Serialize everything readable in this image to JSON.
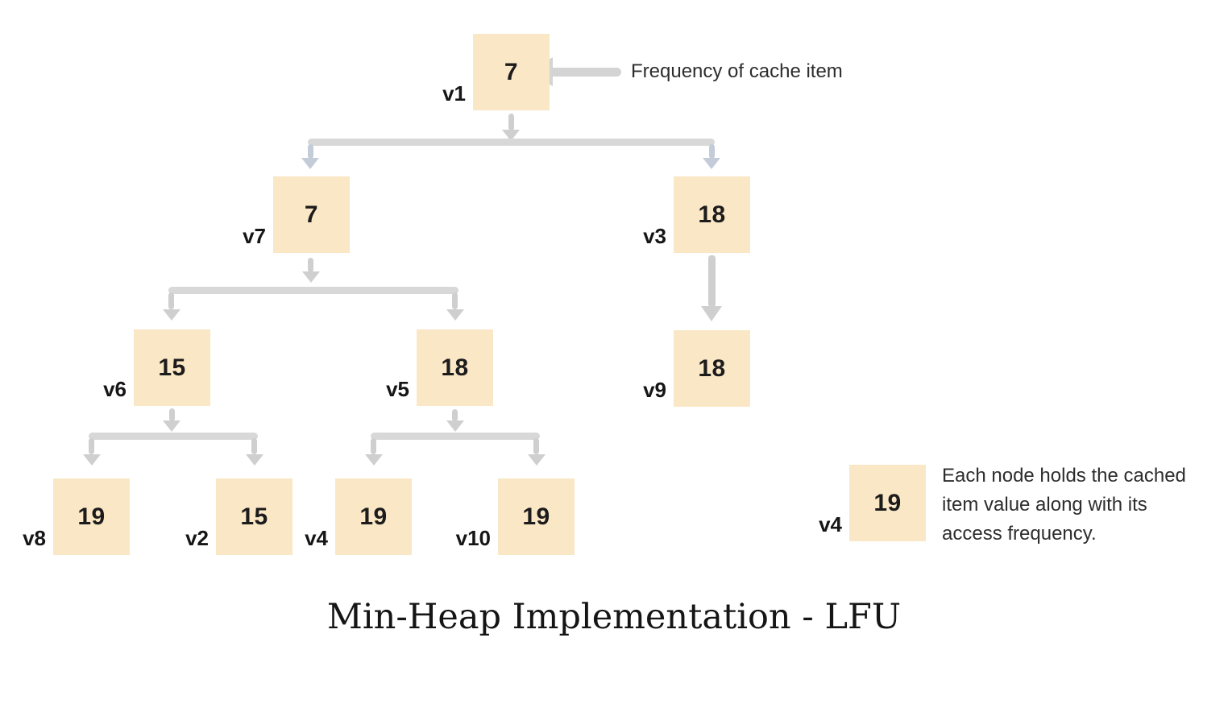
{
  "title": "Min-Heap Implementation - LFU",
  "annotation": {
    "arrow_icon": "left-arrow",
    "text": "Frequency of cache item"
  },
  "legend": {
    "node": {
      "label": "v4",
      "value": "19"
    },
    "text_lines": [
      "Each node holds the cached",
      "item value along with its",
      "access frequency."
    ]
  },
  "heap": {
    "structure": "min-heap",
    "nodes": [
      {
        "id": "v1",
        "label": "v1",
        "value": "7"
      },
      {
        "id": "v7",
        "label": "v7",
        "value": "7"
      },
      {
        "id": "v3",
        "label": "v3",
        "value": "18"
      },
      {
        "id": "v6",
        "label": "v6",
        "value": "15"
      },
      {
        "id": "v5",
        "label": "v5",
        "value": "18"
      },
      {
        "id": "v9",
        "label": "v9",
        "value": "18"
      },
      {
        "id": "v8",
        "label": "v8",
        "value": "19"
      },
      {
        "id": "v2",
        "label": "v2",
        "value": "15"
      },
      {
        "id": "v4",
        "label": "v4",
        "value": "19"
      },
      {
        "id": "v10",
        "label": "v10",
        "value": "19"
      }
    ],
    "edges": [
      {
        "from": "v1",
        "to": "v7"
      },
      {
        "from": "v1",
        "to": "v3"
      },
      {
        "from": "v7",
        "to": "v6"
      },
      {
        "from": "v7",
        "to": "v5"
      },
      {
        "from": "v3",
        "to": "v9"
      },
      {
        "from": "v6",
        "to": "v8"
      },
      {
        "from": "v6",
        "to": "v2"
      },
      {
        "from": "v5",
        "to": "v4"
      },
      {
        "from": "v5",
        "to": "v10"
      }
    ]
  },
  "colors": {
    "node_fill": "#fae7c6",
    "connector_gray": "#d2d2d2",
    "connector_blue_gray": "#c4ccd9",
    "text_dark": "#1c1c1c"
  }
}
